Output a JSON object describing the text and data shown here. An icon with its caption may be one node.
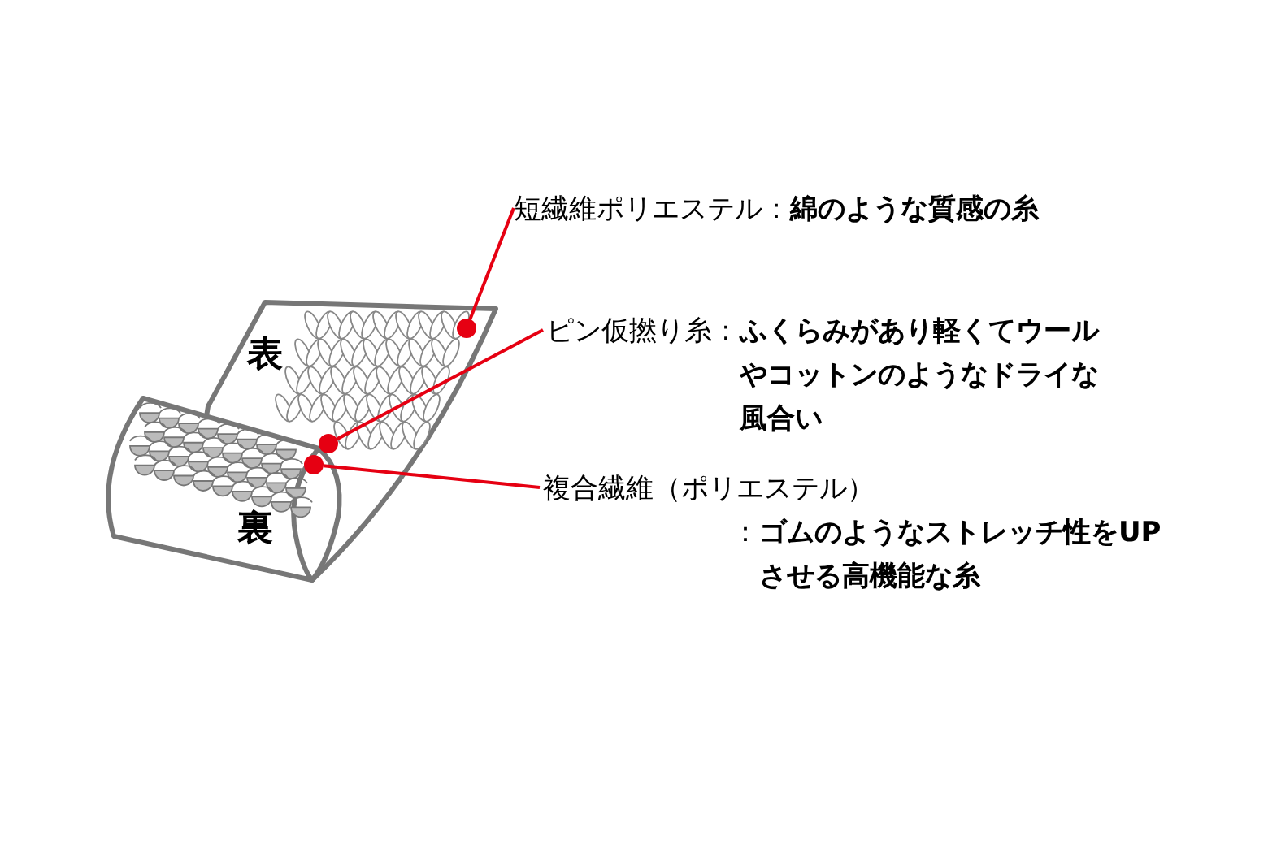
{
  "diagram": {
    "nodes": [
      {
        "text": [
          "表",
          "裏"
        ]
      },
      {
        "text": [],
        "shape": "circle",
        "in": 0
      },
      {
        "text": [],
        "shape": "circle",
        "in": 0
      },
      {
        "text": [],
        "shape": "circle",
        "in": 0
      },
      {
        "text": [
          "短繊維ポリエステル：",
          "綿のような質感の糸"
        ]
      },
      {
        "text": [
          "ピン仮撚り糸：",
          "ふくらみがあり軽くてウールやコットンのようなドライな風合い"
        ]
      },
      {
        "text": [
          "複合繊維（ポリエステル）",
          "：**ゴムのようなストレッチ性をUP させる高機能な糸**"
        ]
      }
    ],
    "edges": [
      {
        "from": 4,
        "to": 1,
        "arrow": "none"
      },
      {
        "from": 5,
        "to": 2,
        "arrow": "none"
      },
      {
        "from": 6,
        "to": 3,
        "arrow": "none"
      }
    ]
  }
}
